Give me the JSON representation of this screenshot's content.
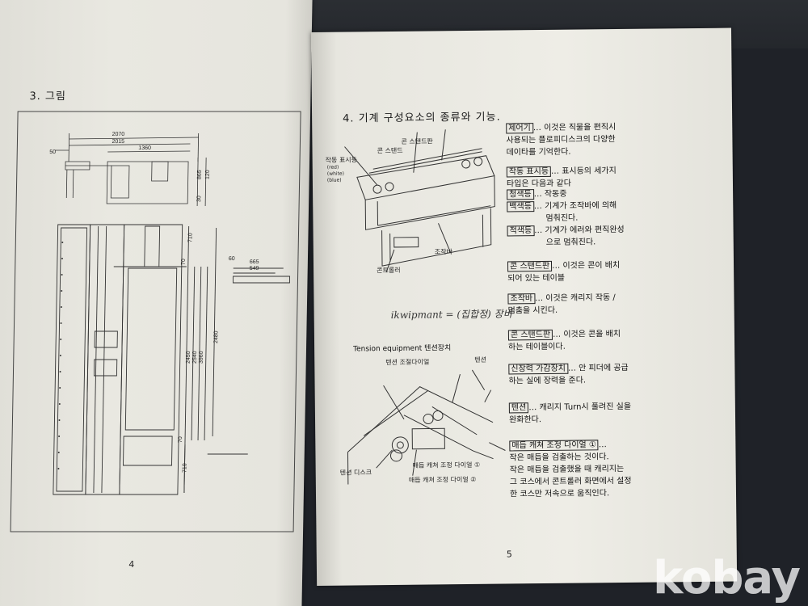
{
  "left_page": {
    "heading": "3.  그림",
    "page_number": "4",
    "dims": {
      "d2070": "2070",
      "d2015": "2015",
      "d1360": "1360",
      "d50": "50",
      "d865": "865",
      "d120": "120",
      "d30": "30",
      "d710a": "710",
      "d60": "60",
      "d665": "665",
      "d549": "549",
      "d70a": "70",
      "d2450": "2450",
      "d2540": "2540",
      "d3960": "3960",
      "d2480": "2480",
      "d70b": "70",
      "d710b": "710"
    }
  },
  "right_page": {
    "heading": "4.  기계 구성요소의 종류와 기능.",
    "page_number": "5",
    "diagram_labels": {
      "cone_stand_plate": "콘 스탠드판",
      "cone_stand": "콘 스탠드",
      "indicator": "작동 표시등",
      "colors": "(red)\n(white)\n(blue)",
      "control_bar": "조작바",
      "cone_roller": "콘트롤러",
      "tension_title": "Tension equipment 텐션장치",
      "tension_dial": "텐션 조절다이얼",
      "tension": "텐션",
      "tension_disc": "텐션 디스크",
      "knot_dial1": "매듭 캐쳐 조정 다이얼 ①",
      "knot_dial2": "매듭 캐쳐 조정 다이얼 ②"
    },
    "handwriting": "ikwipmant = (집합정) 장비",
    "items": [
      {
        "term": "제어기",
        "line1": "… 이것은 직물을 편직시",
        "line2": "사용되는 플로피디스크의 다양한",
        "line3": "데이타를 기억한다."
      },
      {
        "term": "작동 표시등",
        "line1": "… 표시등의 세가지",
        "line2": "타입은 다음과 같다"
      },
      {
        "term": "청색등",
        "line1": "… 작동중"
      },
      {
        "term": "백색등",
        "line1": "… 기계가 조작바에 의해",
        "line2": "멈춰진다."
      },
      {
        "term": "적색등",
        "line1": "… 기계가 에러와 편직완성",
        "line2": "으로 멈춰진다."
      },
      {
        "term": "콘 스탠드판",
        "line1": "… 이것은 콘이 배치",
        "line2": "되어 있는 테이블"
      },
      {
        "term": "조작바",
        "line1": "… 이것은 캐리지 작동 /",
        "line2": "멈춤을 시킨다."
      },
      {
        "term": "콘 스탠드판",
        "line1": "… 이것은 콘을 배치",
        "line2": "하는 테이블이다."
      },
      {
        "term": "신장력 가감장치",
        "line1": "… 안 피더에 공급",
        "line2": "하는 실에 장력을 준다."
      },
      {
        "term": "텐션",
        "line1": "… 캐리지 Turn시 풀려진 실을",
        "line2": "완화한다."
      },
      {
        "term": "매듭 캐쳐 조정 다이얼 ①",
        "line1": "…",
        "line2": "작은 매듭을 검출하는 것이다.",
        "line3": "작은 매듭을 검출했을 때 캐리지는",
        "line4": "그 코스에서 콘트롤러 화면에서 설정",
        "line5": "한 코스만 저속으로 움직인다."
      }
    ]
  },
  "watermark": "kobay"
}
